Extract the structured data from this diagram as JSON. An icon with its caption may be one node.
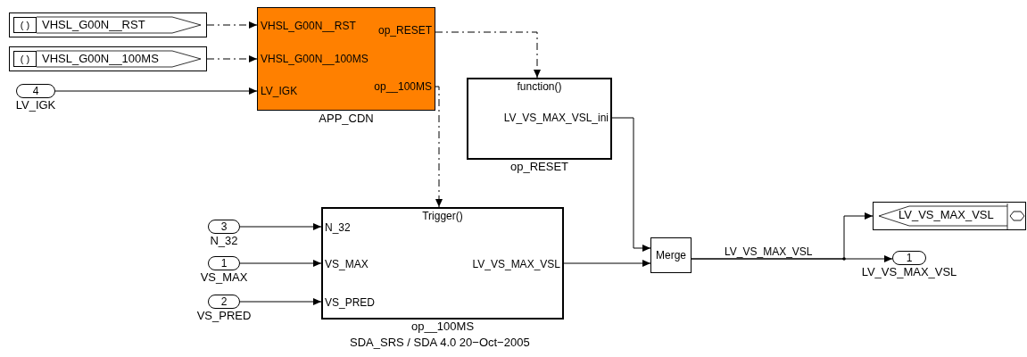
{
  "diagram": {
    "nodes": [
      {
        "text": [
          "( )",
          "VHSL_G00N__RST"
        ]
      },
      {
        "text": [
          "( )",
          "VHSL_G00N__100MS"
        ]
      },
      {
        "text": [
          "4"
        ],
        "beside": [
          "LV_IGK"
        ]
      },
      {
        "text": [
          "VHSL_G00N__RST",
          "op_RESET",
          "VHSL_G00N__100MS",
          "LV_IGK",
          "op__100MS"
        ],
        "beside": [
          "APP_CDN"
        ]
      },
      {
        "text": [
          "function()",
          "LV_VS_MAX_VSL_ini"
        ],
        "beside": [
          "op_RESET"
        ]
      },
      {
        "text": [
          "3"
        ],
        "beside": [
          "N_32"
        ]
      },
      {
        "text": [
          "1"
        ],
        "beside": [
          "VS_MAX"
        ]
      },
      {
        "text": [
          "2"
        ],
        "beside": [
          "VS_PRED"
        ]
      },
      {
        "text": [
          "Trigger()",
          "N_32",
          "VS_MAX",
          "VS_PRED",
          "LV_VS_MAX_VSL"
        ],
        "beside": [
          "op__100MS"
        ]
      },
      {
        "text": [
          "Merge"
        ]
      },
      {
        "text": [
          "LV_VS_MAX_VSL"
        ]
      },
      {
        "text": [
          "1"
        ],
        "beside": [
          "LV_VS_MAX_VSL"
        ]
      }
    ],
    "edges": [
      {
        "from": 0,
        "to": 3,
        "arrow": "to",
        "style": "dashed"
      },
      {
        "from": 1,
        "to": 3,
        "arrow": "to",
        "style": "dashed"
      },
      {
        "from": 2,
        "to": 3,
        "arrow": "to"
      },
      {
        "from": 3,
        "to": 4,
        "arrow": "to",
        "style": "dashed"
      },
      {
        "from": 3,
        "to": 8,
        "arrow": "to",
        "style": "dashed"
      },
      {
        "from": 5,
        "to": 8,
        "arrow": "to"
      },
      {
        "from": 6,
        "to": 8,
        "arrow": "to"
      },
      {
        "from": 7,
        "to": 8,
        "arrow": "to"
      },
      {
        "from": 4,
        "to": 9,
        "arrow": "to"
      },
      {
        "from": 8,
        "to": 9,
        "arrow": "to"
      },
      {
        "from": 9,
        "to": 10,
        "arrow": "to"
      },
      {
        "from": 9,
        "to": 11,
        "arrow": "to",
        "label": "LV_VS_MAX_VSL"
      }
    ],
    "labels": [
      "SDA_SRS / SDA 4.0 20−Oct−2005"
    ]
  }
}
